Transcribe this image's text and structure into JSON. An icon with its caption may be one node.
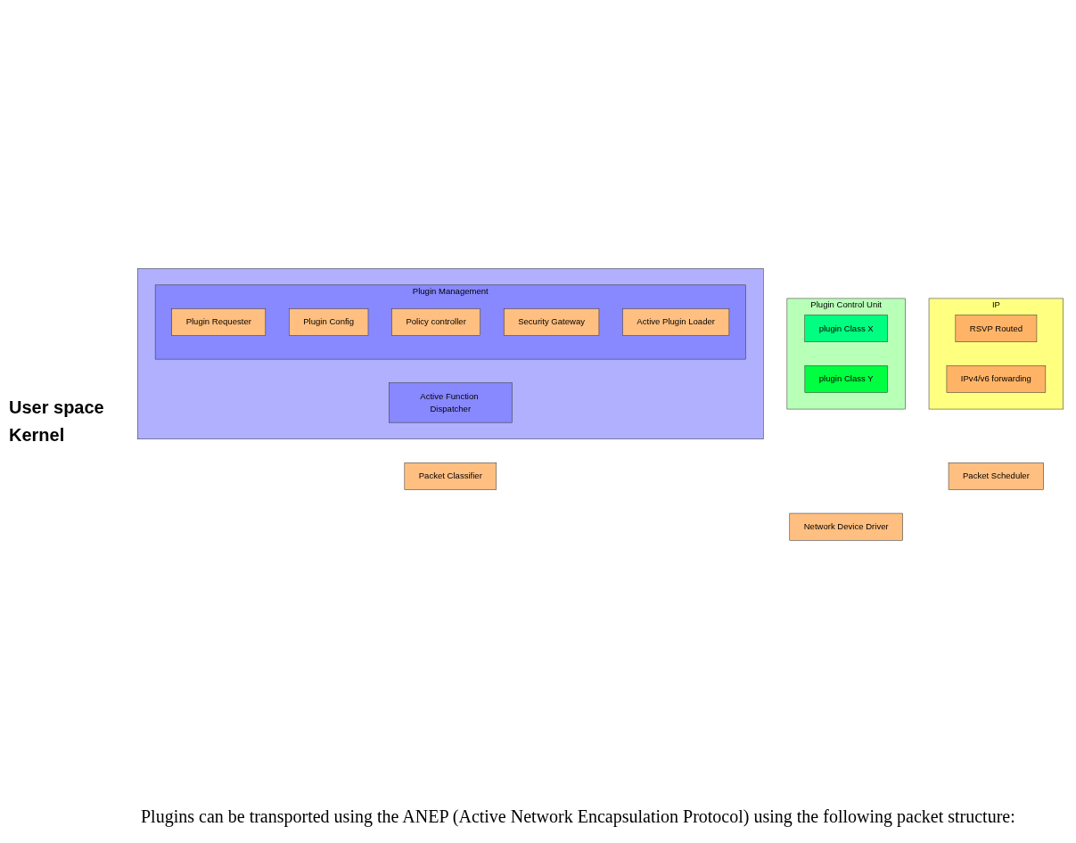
{
  "diagram": {
    "caption": "Plugins can be transported using the ANEP (Active Network Encapsulation Protocol) using the following packet structure:",
    "nodes": [
      {
        "text": [],
        "shape": "box"
      },
      {
        "text": [
          "Plugin Management"
        ],
        "in": 0
      },
      {
        "text": [
          "Plugin Requester"
        ],
        "in": 1
      },
      {
        "text": [
          "Plugin Config"
        ],
        "in": 1
      },
      {
        "text": [
          "Policy controller"
        ],
        "in": 1
      },
      {
        "text": [
          "Security Gateway"
        ],
        "in": 1
      },
      {
        "text": [
          "Active Plugin Loader"
        ],
        "in": 1
      },
      {
        "text": [
          "Active Function Dispatcher"
        ],
        "in": 0
      },
      {
        "text": [
          "Plugin Control Unit"
        ]
      },
      {
        "text": [
          "plugin Class X"
        ],
        "in": 8
      },
      {
        "text": [
          "plugin Class Y"
        ],
        "in": 8
      },
      {
        "text": [
          "IP"
        ]
      },
      {
        "text": [
          "RSVP Routed"
        ],
        "in": 11
      },
      {
        "text": [
          "IPv4/v6 forwarding"
        ],
        "in": 11
      },
      {
        "text": [
          "Packet Classifier"
        ]
      },
      {
        "text": [
          "Packet Scheduler"
        ]
      },
      {
        "text": [
          "Network Device Driver"
        ]
      }
    ],
    "edges": [],
    "labels": [
      "User space",
      "Kernel"
    ]
  }
}
